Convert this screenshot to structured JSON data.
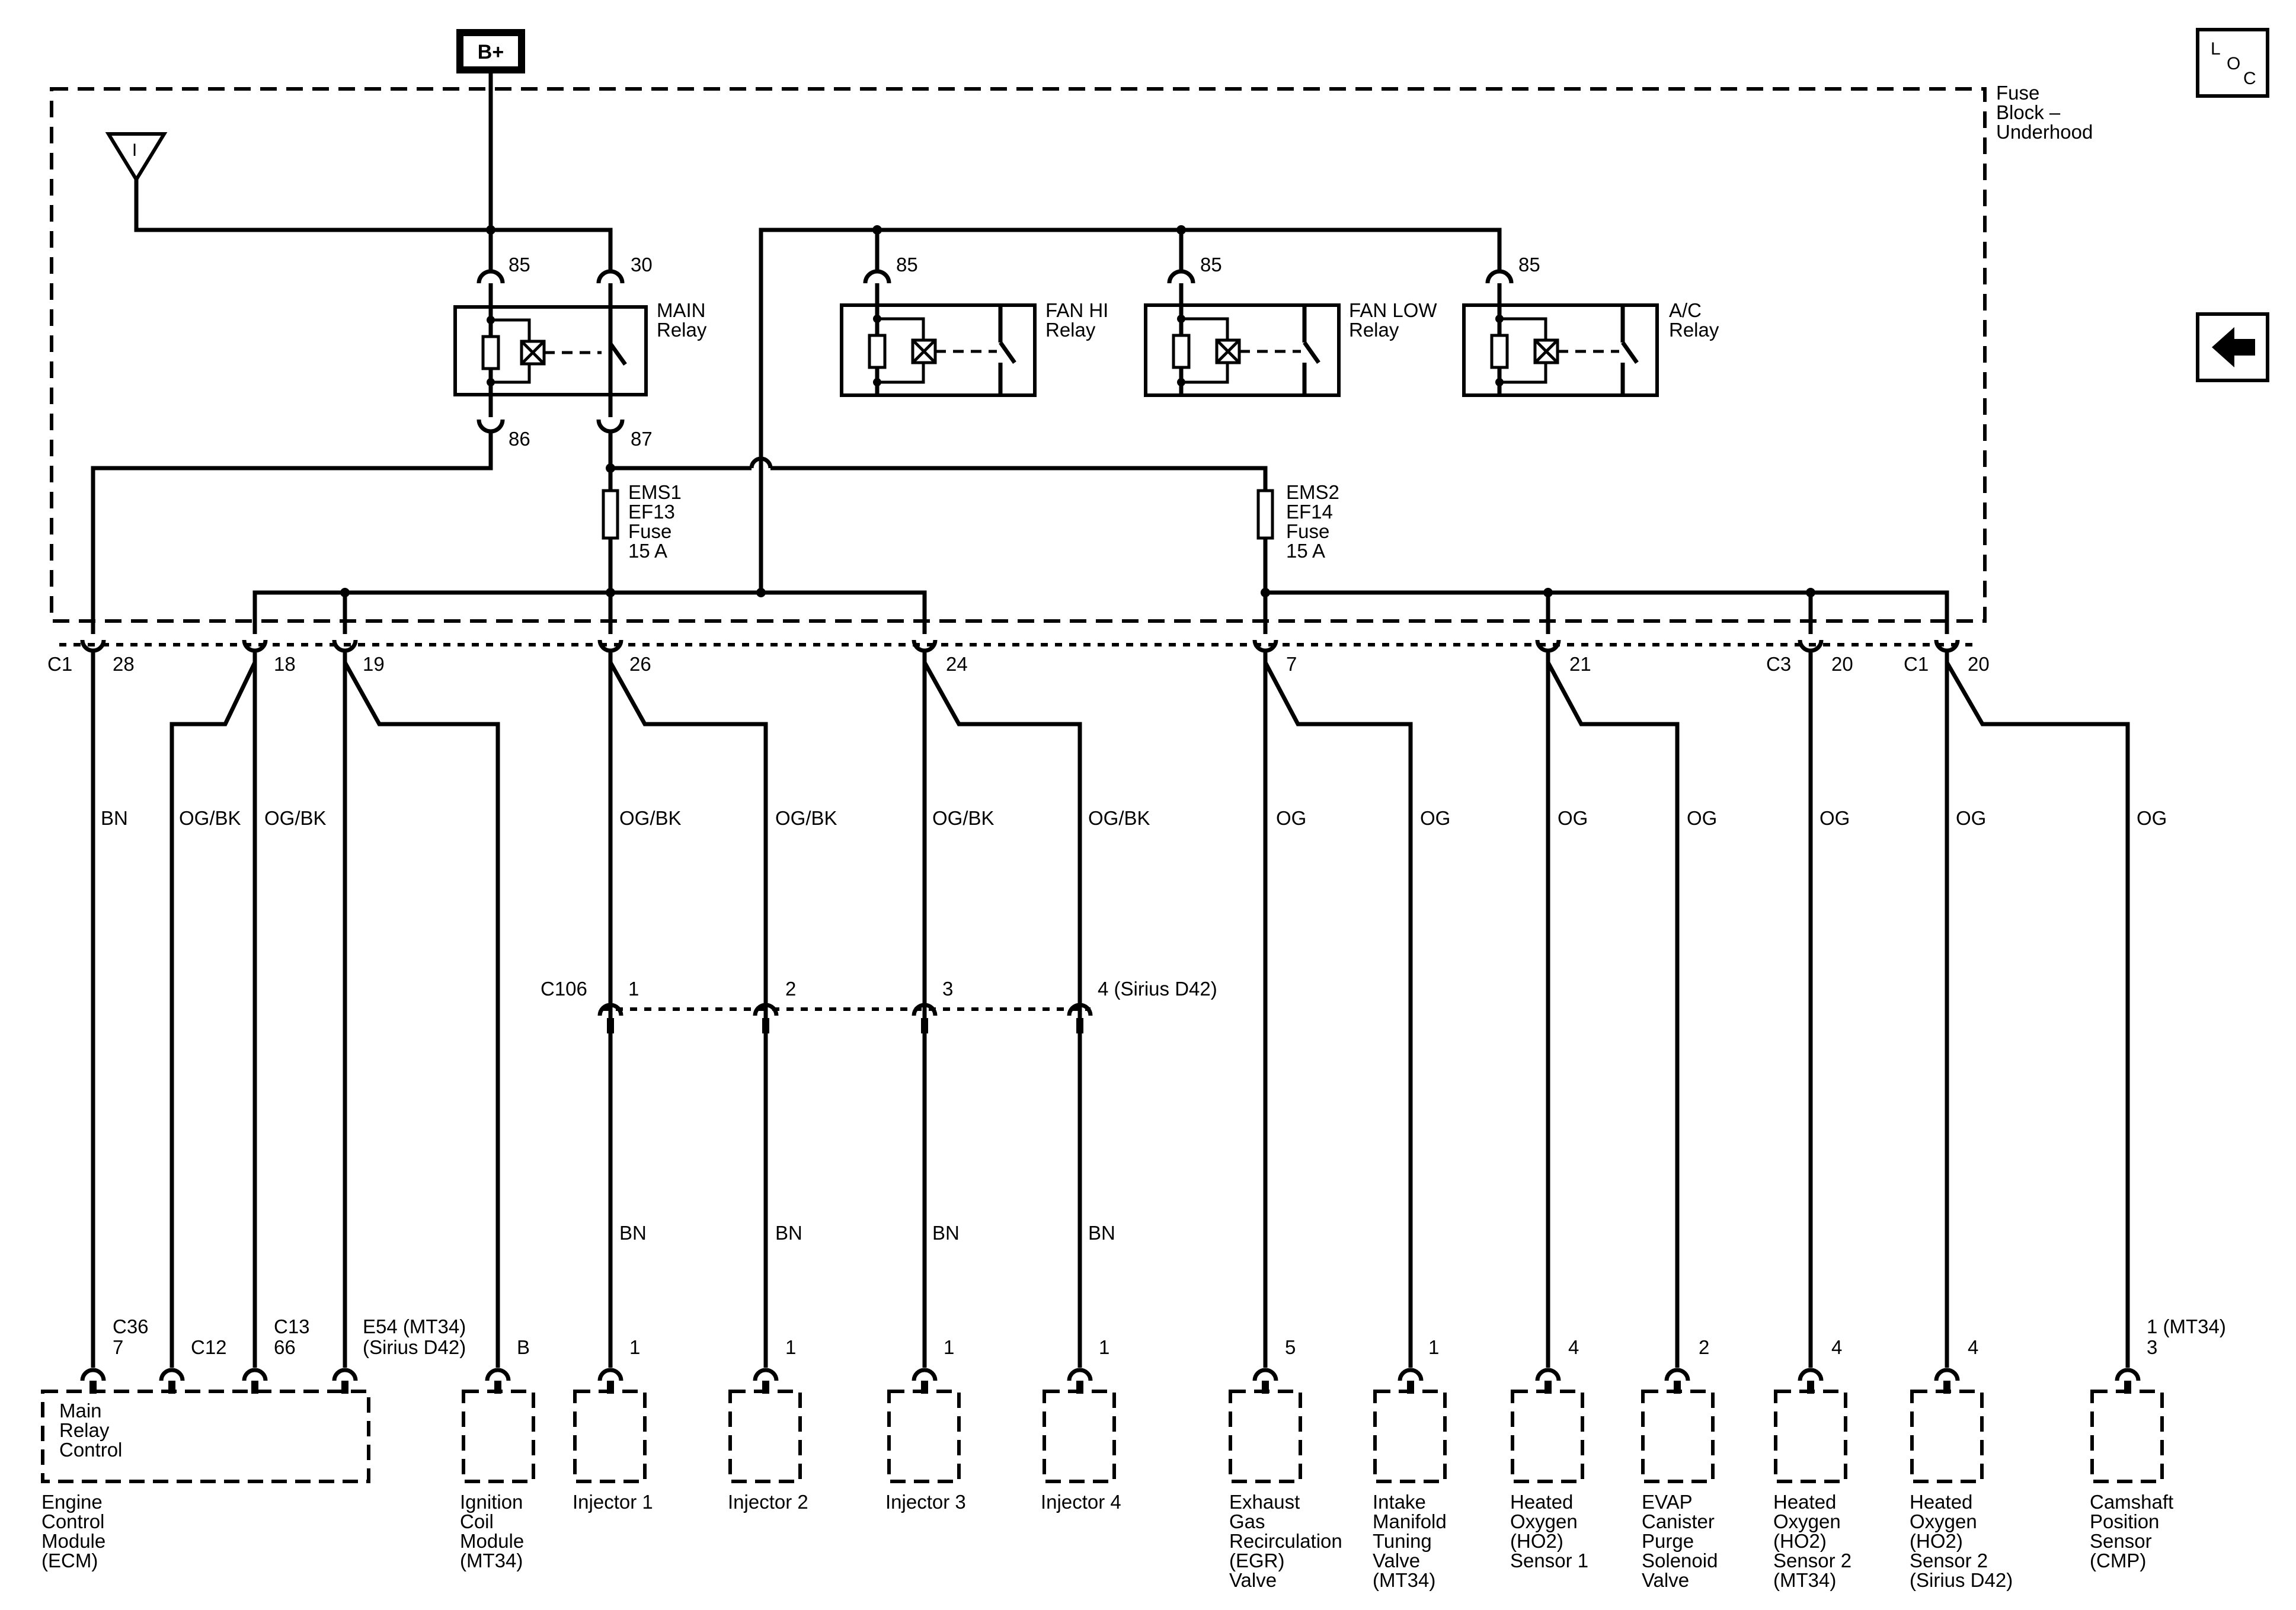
{
  "fuse_block": {
    "label": [
      "Fuse",
      "Block –",
      "Underhood"
    ]
  },
  "battery": {
    "label": "B+"
  },
  "loc_icon": {
    "l": "L",
    "o": "O",
    "c": "C"
  },
  "back_icon": "left-arrow-icon",
  "ground_symbol": {
    "label": "I"
  },
  "relays": [
    {
      "id": "main",
      "name": [
        "MAIN",
        "Relay"
      ],
      "pins": {
        "top_left": "85",
        "top_right": "30",
        "bottom_left": "86",
        "bottom_right": "87"
      }
    },
    {
      "id": "fan-hi",
      "name": [
        "FAN HI",
        "Relay"
      ],
      "pins": {
        "top_left": "85"
      }
    },
    {
      "id": "fan-low",
      "name": [
        "FAN LOW",
        "Relay"
      ],
      "pins": {
        "top_left": "85"
      }
    },
    {
      "id": "ac",
      "name": [
        "A/C",
        "Relay"
      ],
      "pins": {
        "top_left": "85"
      }
    }
  ],
  "fuses": [
    {
      "id": "ems1",
      "label": [
        "EMS1",
        "EF13",
        "Fuse",
        "15 A"
      ]
    },
    {
      "id": "ems2",
      "label": [
        "EMS2",
        "EF14",
        "Fuse",
        "15 A"
      ]
    }
  ],
  "block_connectors": [
    {
      "connector": "C1",
      "pin": "28"
    },
    {
      "connector": "",
      "pin": "18"
    },
    {
      "connector": "",
      "pin": "19"
    },
    {
      "connector": "",
      "pin": "26"
    },
    {
      "connector": "",
      "pin": "24"
    },
    {
      "connector": "",
      "pin": "7"
    },
    {
      "connector": "",
      "pin": "21"
    },
    {
      "connector": "C3",
      "pin": "20"
    },
    {
      "connector": "C1",
      "pin": "20"
    }
  ],
  "wire_colors": {
    "ecm_main": "BN",
    "ecm_c12": "OG/BK",
    "ecm_c13": "OG/BK",
    "inj1": "OG/BK",
    "inj2": "OG/BK",
    "inj3": "OG/BK",
    "inj4": "OG/BK",
    "egr": "OG",
    "imt": "OG",
    "ho2s1": "OG",
    "evap": "OG",
    "ho2s2_mt34": "OG",
    "ho2s2_sirius": "OG",
    "cmp": "OG",
    "inj1_low": "BN",
    "inj2_low": "BN",
    "inj3_low": "BN",
    "inj4_low": "BN"
  },
  "inline_connector": {
    "name": "C106",
    "pins": [
      "1",
      "2",
      "3",
      "4 (Sirius D42)"
    ]
  },
  "components": [
    {
      "id": "ecm",
      "name": [
        "Engine",
        "Control",
        "Module",
        "(ECM)"
      ],
      "inner": [
        "Main",
        "Relay",
        "Control"
      ],
      "pins": [
        "C36",
        "7",
        "C12",
        "C13",
        "66",
        "E54 (MT34)",
        "(Sirius D42)"
      ]
    },
    {
      "id": "icm",
      "name": [
        "Ignition",
        "Coil",
        "Module",
        "(MT34)"
      ],
      "pin": "B"
    },
    {
      "id": "inj1",
      "name": [
        "Injector 1"
      ],
      "pin": "1"
    },
    {
      "id": "inj2",
      "name": [
        "Injector 2"
      ],
      "pin": "1"
    },
    {
      "id": "inj3",
      "name": [
        "Injector 3"
      ],
      "pin": "1"
    },
    {
      "id": "inj4",
      "name": [
        "Injector 4"
      ],
      "pin": "1"
    },
    {
      "id": "egr",
      "name": [
        "Exhaust",
        "Gas",
        "Recirculation",
        "(EGR)",
        "Valve"
      ],
      "pin": "5"
    },
    {
      "id": "imt",
      "name": [
        "Intake",
        "Manifold",
        "Tuning",
        "Valve",
        "(MT34)"
      ],
      "pin": "1"
    },
    {
      "id": "ho2s1",
      "name": [
        "Heated",
        "Oxygen",
        "(HO2)",
        "Sensor 1"
      ],
      "pin": "4"
    },
    {
      "id": "evap",
      "name": [
        "EVAP",
        "Canister",
        "Purge",
        "Solenoid",
        "Valve"
      ],
      "pin": "2"
    },
    {
      "id": "ho2s2m",
      "name": [
        "Heated",
        "Oxygen",
        "(HO2)",
        "Sensor 2",
        "(MT34)"
      ],
      "pin": "4"
    },
    {
      "id": "ho2s2s",
      "name": [
        "Heated",
        "Oxygen",
        "(HO2)",
        "Sensor 2",
        "(Sirius D42)"
      ],
      "pin": "4"
    },
    {
      "id": "cmp",
      "name": [
        "Camshaft",
        "Position",
        "Sensor",
        "(CMP)"
      ],
      "pin": [
        "1 (MT34)",
        "3"
      ]
    }
  ]
}
